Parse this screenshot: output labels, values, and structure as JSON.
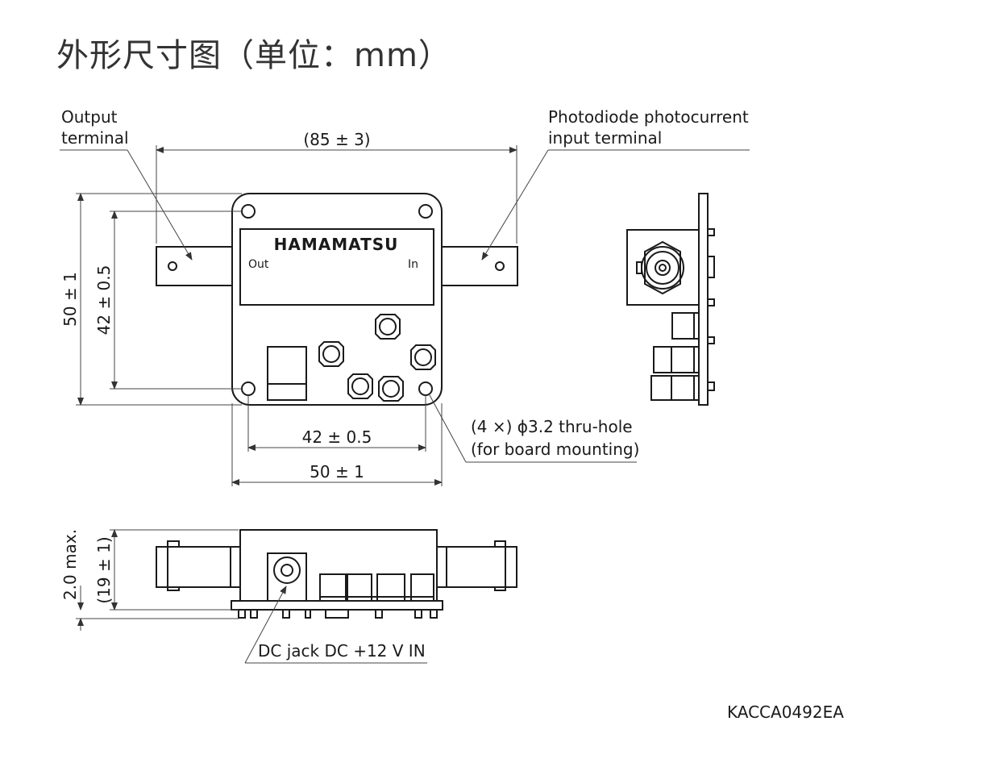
{
  "title": "外形尺寸图（单位：mm）",
  "labels": {
    "output_terminal_line1": "Output",
    "output_terminal_line2": "terminal",
    "input_terminal_line1": "Photodiode photocurrent",
    "input_terminal_line2": "input terminal",
    "brand": "HAMAMATSU",
    "out": "Out",
    "in": "In",
    "hole_line1": "(4 ×) ϕ3.2 thru-hole",
    "hole_line2": "(for board mounting)",
    "dc_jack": "DC jack DC +12 V IN",
    "code": "KACCA0492EA"
  },
  "dimensions": {
    "overall_width": "(85 ± 3)",
    "height_outer": "50 ± 1",
    "height_inner": "42 ± 0.5",
    "width_inner": "42 ± 0.5",
    "width_outer": "50 ± 1",
    "side_max": "2.0 max.",
    "side_height": "(19 ± 1)"
  },
  "colors": {
    "line": "#1a1a1a",
    "title": "#333333"
  }
}
